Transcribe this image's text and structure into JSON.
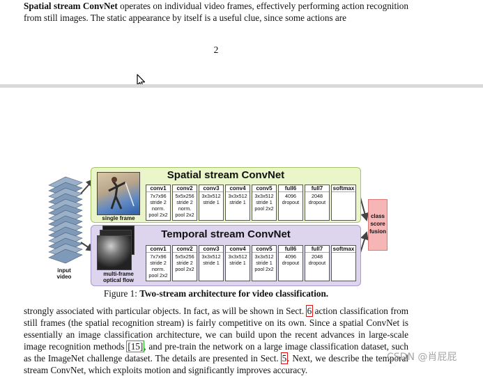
{
  "top_paragraph": {
    "bold_lead": "Spatial stream ConvNet",
    "rest": " operates on individual video frames, effectively performing action recognition from still images. The static appearance by itself is a useful clue, since some actions are"
  },
  "page_number": "2",
  "figure": {
    "spatial_title": "Spatial stream ConvNet",
    "temporal_title": "Temporal stream ConvNet",
    "single_frame_label": "single frame",
    "multi_frame_label": "multi-frame optical flow",
    "input_label": "input video",
    "class_score_label": "class score fusion",
    "spatial_layers": [
      {
        "name": "conv1",
        "lines": [
          "7x7x96",
          "stride 2",
          "norm.",
          "pool 2x2"
        ]
      },
      {
        "name": "conv2",
        "lines": [
          "5x5x256",
          "stride 2",
          "norm.",
          "pool 2x2"
        ]
      },
      {
        "name": "conv3",
        "lines": [
          "3x3x512",
          "stride 1"
        ]
      },
      {
        "name": "conv4",
        "lines": [
          "3x3x512",
          "stride 1"
        ]
      },
      {
        "name": "conv5",
        "lines": [
          "3x3x512",
          "stride 1",
          "pool 2x2"
        ]
      },
      {
        "name": "full6",
        "lines": [
          "4096",
          "dropout"
        ]
      },
      {
        "name": "full7",
        "lines": [
          "2048",
          "dropout"
        ]
      },
      {
        "name": "softmax",
        "lines": []
      }
    ],
    "temporal_layers": [
      {
        "name": "conv1",
        "lines": [
          "7x7x96",
          "stride 2",
          "norm.",
          "pool 2x2"
        ]
      },
      {
        "name": "conv2",
        "lines": [
          "5x5x256",
          "stride 2",
          "pool 2x2"
        ]
      },
      {
        "name": "conv3",
        "lines": [
          "3x3x512",
          "stride 1"
        ]
      },
      {
        "name": "conv4",
        "lines": [
          "3x3x512",
          "stride 1"
        ]
      },
      {
        "name": "conv5",
        "lines": [
          "3x3x512",
          "stride 1",
          "pool 2x2"
        ]
      },
      {
        "name": "full6",
        "lines": [
          "4096",
          "dropout"
        ]
      },
      {
        "name": "full7",
        "lines": [
          "2048",
          "dropout"
        ]
      },
      {
        "name": "softmax",
        "lines": []
      }
    ]
  },
  "caption": {
    "prefix": "Figure 1: ",
    "bold": "Two-stream architecture for video classification."
  },
  "bottom_paragraph": {
    "t1": "strongly associated with particular objects. In fact, as will be shown in Sect. ",
    "ref1": "6",
    "t2": " action classification from still frames (the spatial recognition stream) is fairly competitive on its own. Since a spatial ConvNet is essentially an image classification architecture, we can build upon the recent advances in large-scale image recognition methods ",
    "ref2": "[15]",
    "t3": ", and pre-train the network on a large image classification dataset, such as the ImageNet challenge dataset. The details are presented in Sect. ",
    "ref3": "5",
    "t4": ". Next, we describe the temporal stream ConvNet, which exploits motion and significantly improves accuracy."
  },
  "watermark": "CSDN @肖屁屁"
}
